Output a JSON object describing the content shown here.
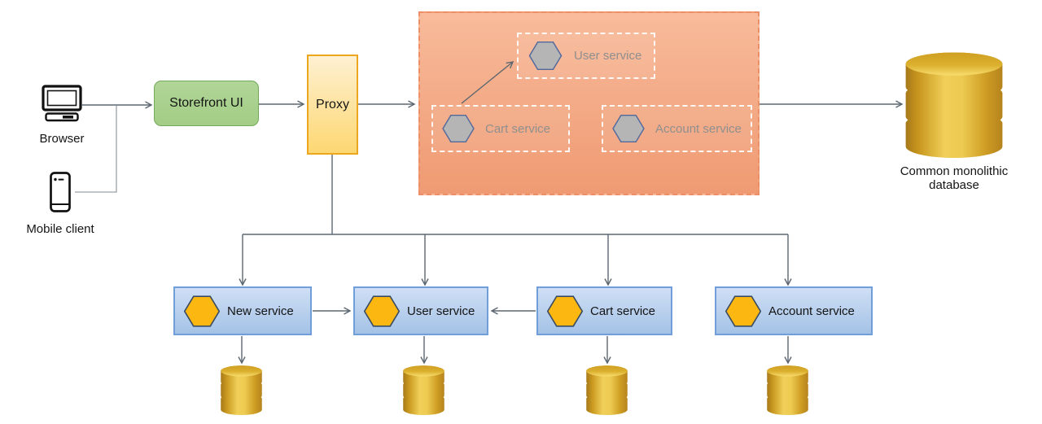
{
  "diagram": {
    "clients": {
      "browser_label": "Browser",
      "mobile_label": "Mobile client"
    },
    "storefront": {
      "label": "Storefront UI"
    },
    "proxy": {
      "label": "Proxy"
    },
    "monolith": {
      "services": [
        {
          "label": "User service"
        },
        {
          "label": "Cart service"
        },
        {
          "label": "Account service"
        }
      ],
      "database_label": "Common monolithic database"
    },
    "extracted_services": [
      {
        "label": "New service"
      },
      {
        "label": "User service"
      },
      {
        "label": "Cart service"
      },
      {
        "label": "Account service"
      }
    ]
  },
  "colors": {
    "storefront_fill": "#a9d18e",
    "storefront_border": "#74a85a",
    "proxy_fill_top": "#fef1d2",
    "proxy_fill_bottom": "#fdd772",
    "proxy_border": "#eda71f",
    "monolith_fill_top": "#f8bb9b",
    "monolith_fill_bottom": "#ef9a72",
    "monolith_border": "#ec8f68",
    "inner_service_border": "#ffffff",
    "legacy_hexagon_fill": "#b5b5b5",
    "legacy_hexagon_border": "#53699c",
    "legacy_text": "#8f8f8f",
    "service_fill_top": "#cfdff5",
    "service_fill_bottom": "#a4c2e6",
    "service_border": "#6f9ed8",
    "hexagon_fill": "#fcb811",
    "hexagon_border": "#3c4c60",
    "database_gold": "#d9a92c",
    "connector": "#5c6670"
  }
}
